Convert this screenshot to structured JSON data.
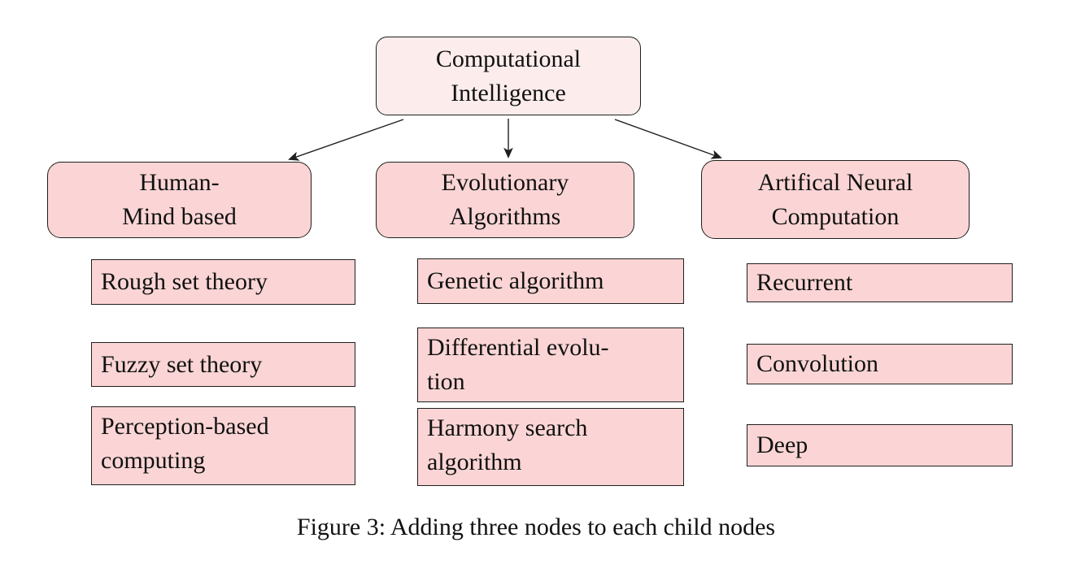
{
  "colors": {
    "page_bg": "#ffffff",
    "root_fill": "#fdecec",
    "node_fill": "#fbd5d5",
    "border": "#1f1f1f",
    "text": "#111111"
  },
  "tree": {
    "root": {
      "label": "Computational\nIntelligence"
    },
    "children": [
      {
        "label": "Human-\nMind based",
        "leaves": [
          {
            "label": "Rough set theory"
          },
          {
            "label": "Fuzzy set theory"
          },
          {
            "label": "Perception-based\ncomputing"
          }
        ]
      },
      {
        "label": "Evolutionary\nAlgorithms",
        "leaves": [
          {
            "label": "Genetic algorithm"
          },
          {
            "label": "Differential evolu-\ntion"
          },
          {
            "label": "Harmony search\nalgorithm"
          }
        ]
      },
      {
        "label": "Artifical Neural\nComputation",
        "leaves": [
          {
            "label": "Recurrent"
          },
          {
            "label": "Convolution"
          },
          {
            "label": "Deep"
          }
        ]
      }
    ]
  },
  "caption": "Figure 3: Adding three nodes to each child nodes"
}
